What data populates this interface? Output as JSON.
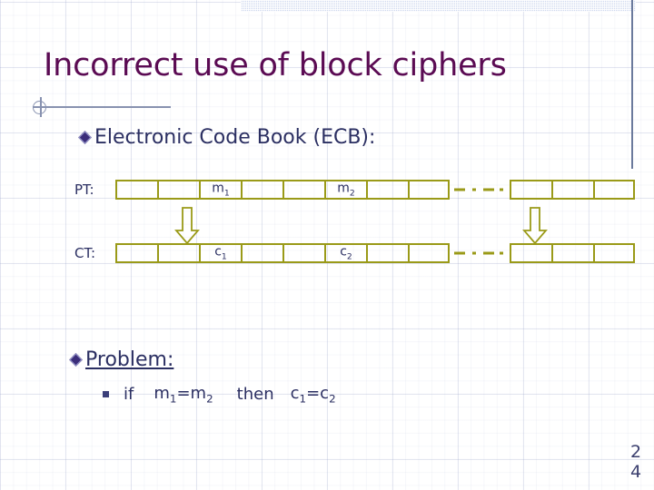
{
  "slide": {
    "title": "Incorrect use of block ciphers",
    "page_number_digits": [
      "2",
      "4"
    ],
    "colors": {
      "title": "#5b0b53",
      "body_text": "#2b2f62",
      "block_outline": "#9a9a18",
      "banner": "#cfd9ef",
      "rule": "#6b7a9c",
      "bullet_diamond": "#3b2d7a"
    }
  },
  "bullets": {
    "ecb": "Electronic Code Book (ECB):",
    "problem": "Problem:"
  },
  "diagram": {
    "pt_label": "PT:",
    "ct_label": "CT:",
    "pt_blocks_left": [
      {
        "label": ""
      },
      {
        "label": ""
      },
      {
        "label": "m",
        "sub": "1"
      },
      {
        "label": ""
      },
      {
        "label": ""
      },
      {
        "label": "m",
        "sub": "2"
      },
      {
        "label": ""
      },
      {
        "label": ""
      }
    ],
    "pt_blocks_right": [
      {
        "label": ""
      },
      {
        "label": ""
      },
      {
        "label": ""
      }
    ],
    "ct_blocks_left": [
      {
        "label": ""
      },
      {
        "label": ""
      },
      {
        "label": "c",
        "sub": "1"
      },
      {
        "label": ""
      },
      {
        "label": ""
      },
      {
        "label": "c",
        "sub": "2"
      },
      {
        "label": ""
      },
      {
        "label": ""
      }
    ],
    "ct_blocks_right": [
      {
        "label": ""
      },
      {
        "label": ""
      },
      {
        "label": ""
      }
    ],
    "separator_style": "dash-dot-dash",
    "arrows": [
      {
        "name": "encrypt-arrow-left",
        "direction": "down"
      },
      {
        "name": "encrypt-arrow-right",
        "direction": "down"
      }
    ]
  },
  "statement": {
    "keyword_if": "if",
    "premise_base": "m",
    "premise": "m1=m2",
    "keyword_then": "then",
    "conclusion": "c1=c2",
    "premise_parts": {
      "a": "m",
      "a_sub": "1",
      "eq": "=",
      "b": "m",
      "b_sub": "2"
    },
    "conclusion_parts": {
      "a": "c",
      "a_sub": "1",
      "eq": "=",
      "b": "c",
      "b_sub": "2"
    }
  }
}
